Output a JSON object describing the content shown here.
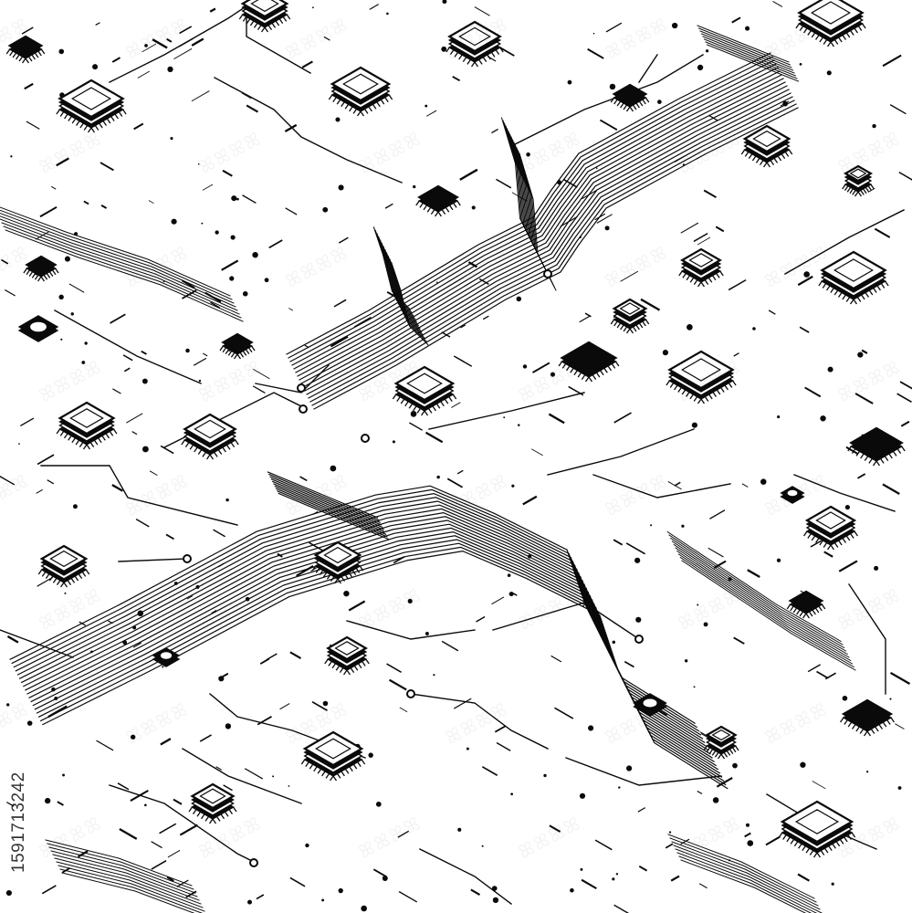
{
  "image": {
    "subject": "isometric circuit board pattern with microchips and traces, black on white",
    "palette": {
      "ink": "#0a0a0a",
      "paper": "#ffffff"
    }
  },
  "watermark": {
    "side_id": "1591713242",
    "tile_text": "ꕤꕤꕤꕤ"
  }
}
